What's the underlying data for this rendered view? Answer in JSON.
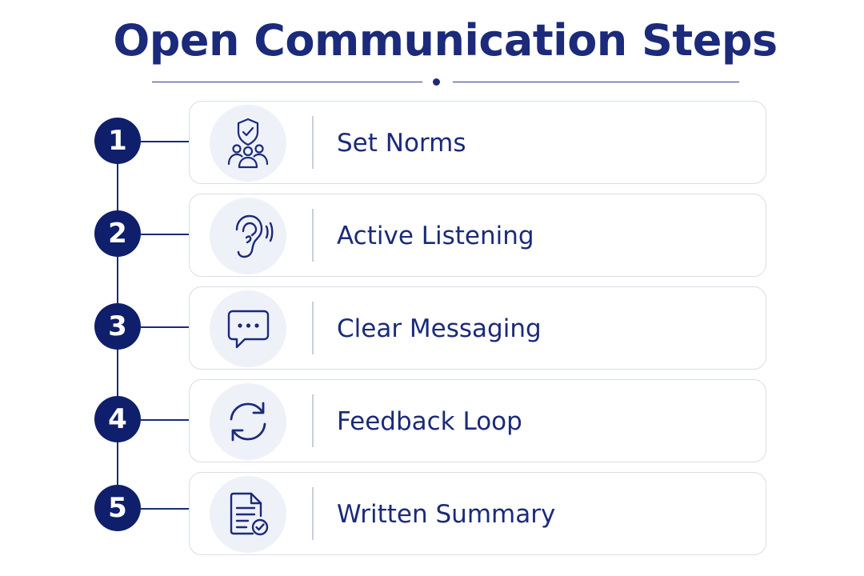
{
  "title": "Open Communication Steps",
  "steps": [
    {
      "number": "1",
      "label": "Set Norms",
      "icon": "team-shield-icon"
    },
    {
      "number": "2",
      "label": "Active Listening",
      "icon": "ear-icon"
    },
    {
      "number": "3",
      "label": "Clear Messaging",
      "icon": "chat-bubble-icon"
    },
    {
      "number": "4",
      "label": "Feedback Loop",
      "icon": "refresh-cycle-icon"
    },
    {
      "number": "5",
      "label": "Written Summary",
      "icon": "document-check-icon"
    }
  ],
  "colors": {
    "primary": "#1b2a7a",
    "circle_fill": "#0f1f6b",
    "icon_bg": "#eef1f8",
    "card_border": "#d9dde6"
  }
}
